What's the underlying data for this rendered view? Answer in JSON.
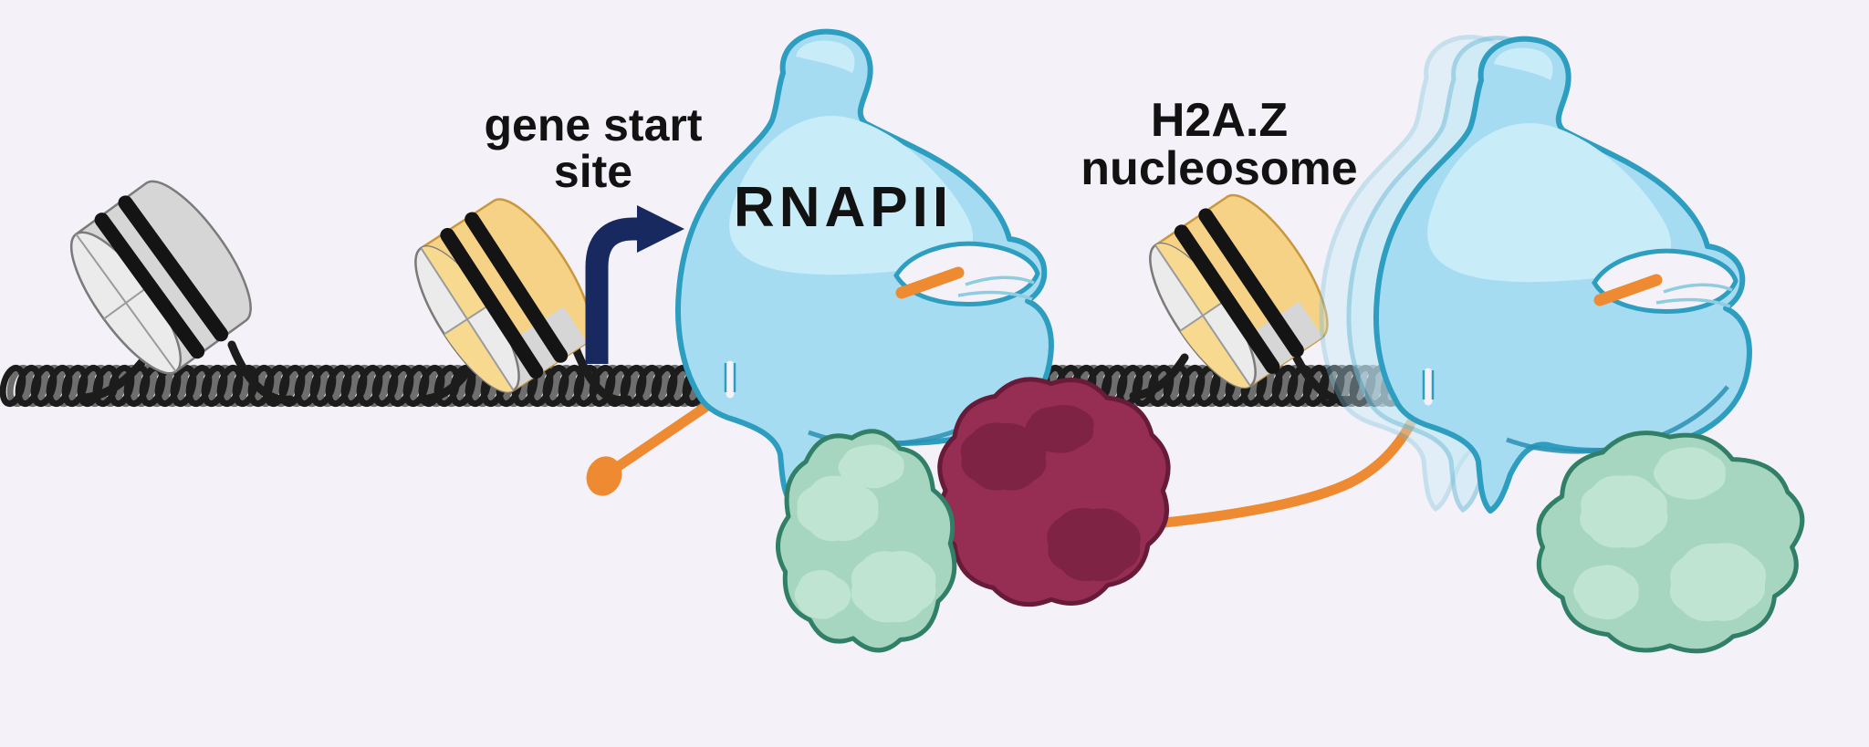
{
  "diagram": {
    "labels": {
      "gene_start_site": "gene start\nsite",
      "rnapii": "RNAPII",
      "h2az_nucleosome": "H2A.Z\nnucleosome"
    }
  },
  "colors": {
    "background": "#f4f2f8",
    "label_text": "#121212",
    "arrow_navy": "#18295f",
    "dna_front": "#1c1c1c",
    "dna_back": "#6e6e6e",
    "dna_wrap": "#141414",
    "nuc_face": "#ebebeb",
    "nuc_side": "#d6d6d6",
    "nuc_back": "#c9c9c9",
    "nuc_outline": "#7b7b7b",
    "nuc_line": "#9b9b9b",
    "histone_yellow": "#f6d286",
    "histone_yellow_back": "#f0c878",
    "histone_yellow_face": "#f7d98f",
    "histone_yellow_outline": "#c9973f",
    "rnapii_fill": "#a5dcf1",
    "rnapii_highlight": "#c9ecf9",
    "rnapii_outline": "#2d9dc0",
    "rnapii_shade": "#2a8fb3",
    "rna_orange": "#ee8a31",
    "teal_fill": "#a6d6c0",
    "teal_patch": "#c0e4d2",
    "teal_outline": "#317f67",
    "maroon_fill": "#962d52",
    "maroon_patch": "#7f2344",
    "maroon_outline": "#671b38"
  }
}
